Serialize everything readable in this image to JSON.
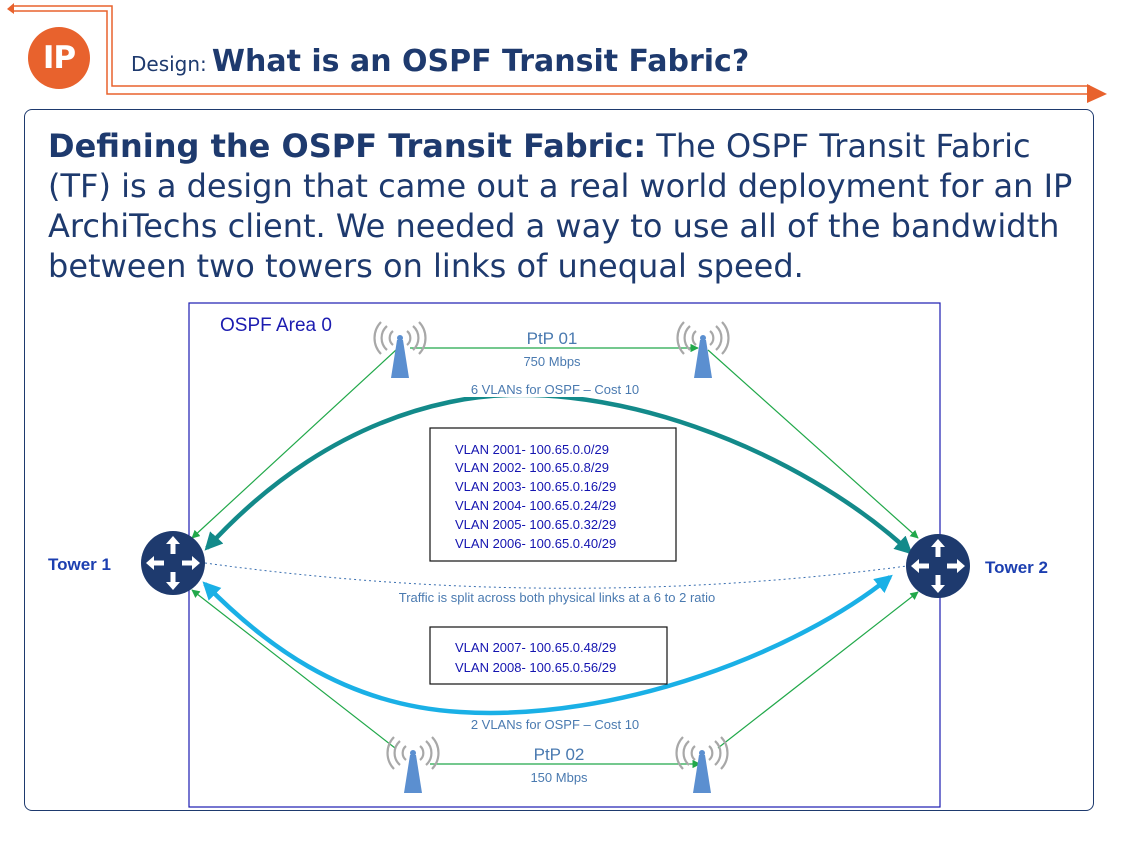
{
  "header": {
    "logo_text": "IP",
    "title_prefix": "Design:",
    "title": "What is an OSPF Transit Fabric?"
  },
  "intro": {
    "lead": "Defining the OSPF Transit Fabric:",
    "body": "The OSPF Transit Fabric (TF) is a design that came out a real world deployment for an IP ArchiTechs client. We needed a way to use all of the bandwidth between two towers on links of unequal speed."
  },
  "diagram": {
    "area_label": "OSPF Area 0",
    "tower1": "Tower 1",
    "tower2": "Tower 2",
    "ptp01": {
      "name": "PtP 01",
      "speed": "750 Mbps"
    },
    "ptp02": {
      "name": "PtP 02",
      "speed": "150 Mbps"
    },
    "upper_vlan_caption": "6 VLANs for OSPF – Cost 10",
    "lower_vlan_caption": "2 VLANs for OSPF – Cost 10",
    "split_caption": "Traffic is split across both physical links at a 6 to 2 ratio",
    "upper_vlans": [
      "VLAN 2001- 100.65.0.0/29",
      "VLAN 2002- 100.65.0.8/29",
      "VLAN 2003- 100.65.0.16/29",
      "VLAN 2004- 100.65.0.24/29",
      "VLAN 2005- 100.65.0.32/29",
      "VLAN 2006- 100.65.0.40/29"
    ],
    "lower_vlans": [
      "VLAN 2007- 100.65.0.48/29",
      "VLAN 2008- 100.65.0.56/29"
    ]
  },
  "colors": {
    "navy": "#1e3a6e",
    "orange": "#e8622d",
    "link_green": "#21a84a",
    "teal": "#138a8a",
    "cyan": "#1ab0e6",
    "area_border": "#1c1cb0",
    "caption_blue": "#4a7ab0"
  }
}
